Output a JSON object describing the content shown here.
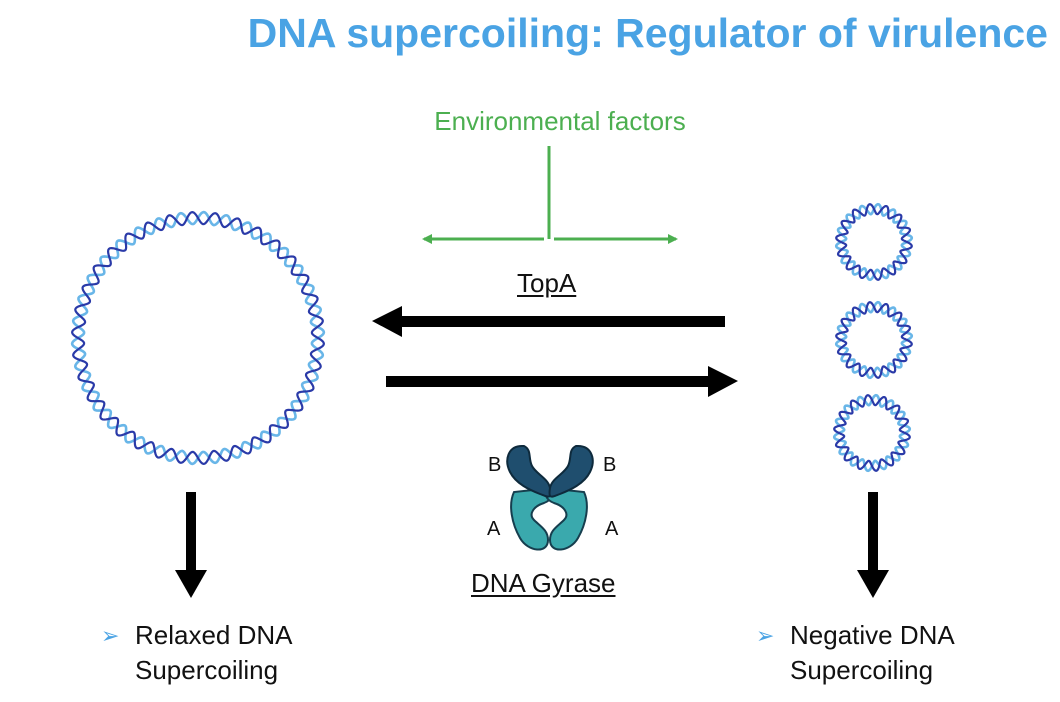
{
  "title": "DNA supercoiling: Regulator of virulence",
  "environment_label": "Environmental factors",
  "enzymes": {
    "topa": "TopA",
    "gyrase": "DNA Gyrase",
    "subunit_b": "B",
    "subunit_a": "A"
  },
  "states": {
    "relaxed": {
      "line1": "Relaxed DNA",
      "line2": "Supercoiling"
    },
    "negative": {
      "line1": "Negative DNA",
      "line2": "Supercoiling"
    }
  },
  "colors": {
    "title": "#4aa3e4",
    "environment": "#4caf50",
    "dna_dark": "#2a3aa8",
    "dna_light": "#69b6e8",
    "gyrase_b": "#1f4e6e",
    "gyrase_a": "#3aa9ad"
  }
}
